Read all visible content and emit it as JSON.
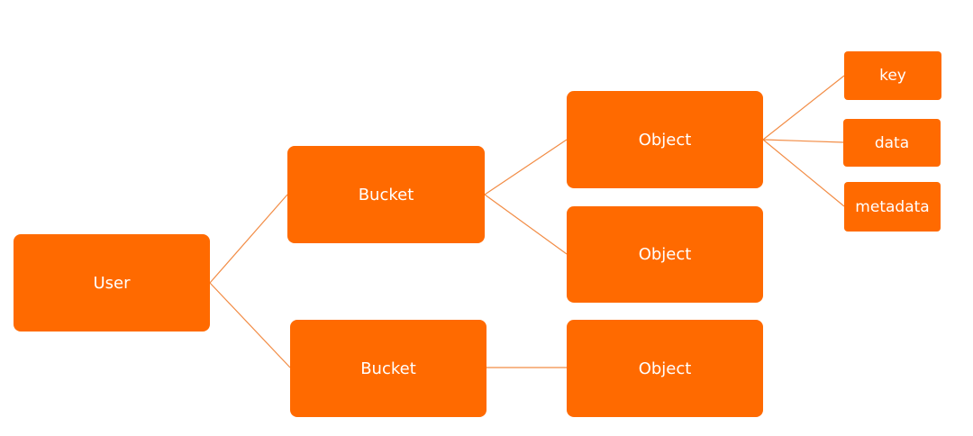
{
  "colors": {
    "node_fill": "#FF6A00",
    "connector": "#F28C45",
    "background": "#FFFFFF"
  },
  "nodes": {
    "user": "User",
    "bucket_top": "Bucket",
    "bucket_bottom": "Bucket",
    "object_1": "Object",
    "object_2": "Object",
    "object_3": "Object",
    "key": "key",
    "data": "data",
    "metadata": "metadata"
  }
}
